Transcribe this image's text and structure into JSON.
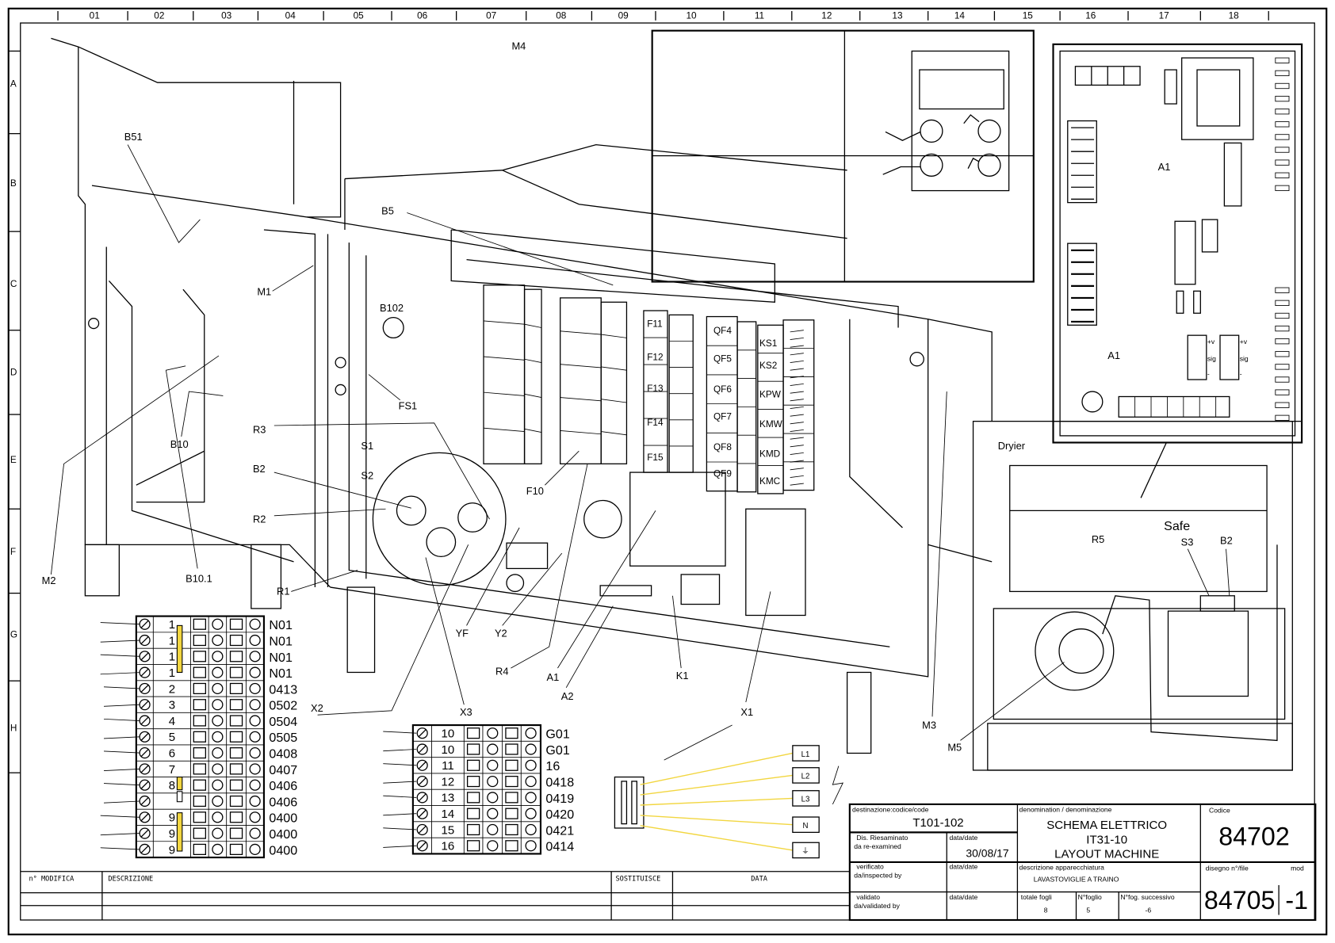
{
  "sheet": {
    "column_labels": [
      "01",
      "02",
      "03",
      "04",
      "05",
      "06",
      "07",
      "08",
      "09",
      "10",
      "11",
      "12",
      "13",
      "14",
      "15",
      "16",
      "17",
      "18"
    ],
    "row_labels": [
      "A",
      "B",
      "C",
      "D",
      "E",
      "F",
      "G",
      "H"
    ]
  },
  "drawing_labels": [
    "M4",
    "B51",
    "B5",
    "M1",
    "B102",
    "FS1",
    "R3",
    "S1",
    "S2",
    "B2",
    "R2",
    "B10",
    "M2",
    "B10.1",
    "R1",
    "F10",
    "YF",
    "Y2",
    "R4",
    "A1",
    "A2",
    "K1",
    "X1",
    "X2",
    "X3",
    "M3",
    "M5",
    "A1",
    "A1",
    "Dryier",
    "Safe",
    "R5",
    "S3",
    "B2"
  ],
  "component_labels": [
    "F11",
    "F12",
    "F13",
    "F14",
    "F15",
    "QF4",
    "QF5",
    "QF6",
    "QF7",
    "QF8",
    "QF9",
    "KS1",
    "KS2",
    "KPW",
    "KMW",
    "KMD",
    "KMC"
  ],
  "board_labels": {
    "plus_v": "+v",
    "sig": "sig",
    "minus": "-"
  },
  "terminal_x2": {
    "label": "X2",
    "rows": [
      {
        "num": "1",
        "wire": "N01",
        "bridge": true
      },
      {
        "num": "1",
        "wire": "N01",
        "bridge": true
      },
      {
        "num": "1",
        "wire": "N01",
        "bridge": true
      },
      {
        "num": "1",
        "wire": "N01",
        "bridge": true
      },
      {
        "num": "2",
        "wire": "0413"
      },
      {
        "num": "3",
        "wire": "0502"
      },
      {
        "num": "4",
        "wire": "0504"
      },
      {
        "num": "5",
        "wire": "0505"
      },
      {
        "num": "6",
        "wire": "0408"
      },
      {
        "num": "7",
        "wire": "0407"
      },
      {
        "num": "8",
        "wire": "0406"
      },
      {
        "num": "",
        "wire": "0406"
      },
      {
        "num": "9",
        "wire": "0400",
        "bridge": true
      },
      {
        "num": "9",
        "wire": "0400",
        "bridge": true
      },
      {
        "num": "9",
        "wire": "0400",
        "bridge": true
      }
    ]
  },
  "terminal_x3": {
    "label": "X3",
    "rows": [
      {
        "num": "10",
        "wire": "G01"
      },
      {
        "num": "10",
        "wire": "G01"
      },
      {
        "num": "11",
        "wire": "16"
      },
      {
        "num": "12",
        "wire": "0418"
      },
      {
        "num": "13",
        "wire": "0419"
      },
      {
        "num": "14",
        "wire": "0420"
      },
      {
        "num": "15",
        "wire": "0421"
      },
      {
        "num": "16",
        "wire": "0414"
      }
    ]
  },
  "power_connector": {
    "label": "X1",
    "terminals": [
      "L1",
      "L2",
      "L3",
      "N",
      "⏚"
    ],
    "wire_color": "#f2d640"
  },
  "revision_table": {
    "headers": [
      "n° MODIFICA",
      "DESCRIZIONE",
      "SOSTITUISCE",
      "DATA"
    ]
  },
  "title_block": {
    "destination_label": "destinazione:codice/code",
    "destination_value": "T101-102",
    "reviewed_label_1": "Dis. Riesaminato",
    "reviewed_label_2": "da  re-examined",
    "date_label": "data/date",
    "reviewed_date": "30/08/17",
    "inspected_label_1": "verificato",
    "inspected_label_2": "da/inspected by",
    "inspected_date_label": "data/date",
    "validated_label_1": "validato",
    "validated_label_2": "da/validated by",
    "validated_date_label": "data/date",
    "denomination_label": "denomination / denominazione",
    "denomination_line1": "SCHEMA ELETTRICO",
    "denomination_line2": "IT31-10",
    "denomination_line3": "LAYOUT MACHINE",
    "equipment_label": "descrizione apparecchiatura",
    "equipment_value": "LAVASTOVIGLIE A TRAINO",
    "total_sheets_label": "totale fogli",
    "total_sheets": "8",
    "sheet_no_label": "N°foglio",
    "sheet_no": "5",
    "next_sheet_label": "N°fog. successivo",
    "next_sheet": "-6",
    "code_label": "Codice",
    "code_value": "84702",
    "drawing_no_label": "disegno n°/file",
    "mod_label": "mod",
    "drawing_no": "84705",
    "mod_value": "-1"
  },
  "colors": {
    "bridge": "#f2d640",
    "line": "#000000"
  }
}
